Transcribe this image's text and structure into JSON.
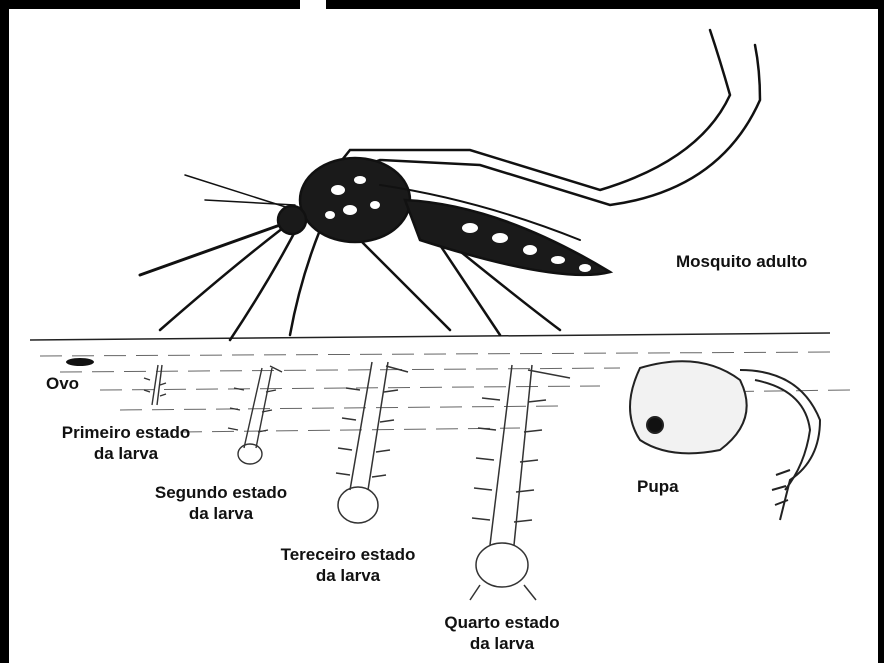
{
  "labels": {
    "adult": "Mosquito adulto",
    "egg": "Ovo",
    "larva1": {
      "line1": "Primeiro estado",
      "line2": "da larva"
    },
    "larva2": {
      "line1": "Segundo estado",
      "line2": "da larva"
    },
    "larva3": {
      "line1": "Tereceiro estado",
      "line2": "da larva"
    },
    "larva4": {
      "line1": "Quarto estado",
      "line2": "da larva"
    },
    "pupa": "Pupa"
  },
  "colors": {
    "ink": "#111111",
    "background": "#ffffff",
    "frame": "#000000"
  }
}
